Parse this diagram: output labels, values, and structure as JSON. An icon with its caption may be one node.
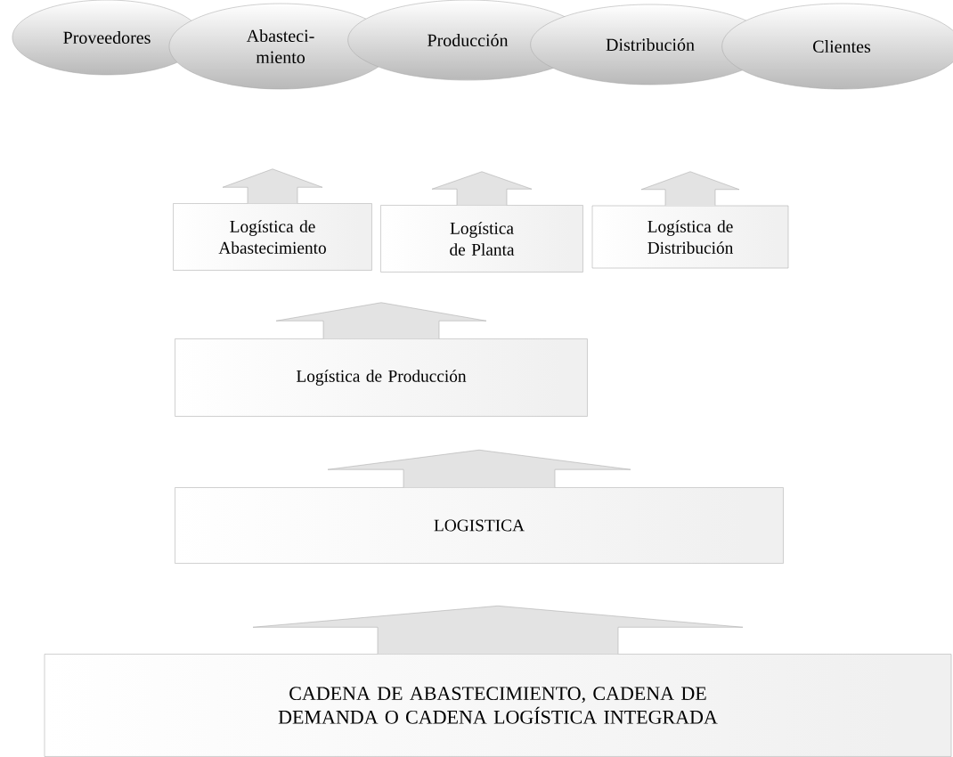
{
  "diagram": {
    "nodes": [
      {
        "text": [
          "Proveedores"
        ]
      },
      {
        "text": [
          "Abasteci- miento"
        ]
      },
      {
        "text": [
          "Producción"
        ]
      },
      {
        "text": [
          "Distribución"
        ]
      },
      {
        "text": [
          "Clientes"
        ]
      },
      {
        "text": [
          "Logística de Abastecimiento"
        ]
      },
      {
        "text": [
          "Logística de Planta"
        ]
      },
      {
        "text": [
          "Logística de Distribución"
        ]
      },
      {
        "text": [
          "Logística de Producción"
        ]
      },
      {
        "text": [
          "LOGISTICA"
        ]
      },
      {
        "text": [
          "CADENA DE ABASTECIMIENTO, CADENA DE DEMANDA O CADENA LOGÍSTICA INTEGRADA"
        ]
      }
    ],
    "edges": [
      {
        "from": 5,
        "to": null,
        "arrow": "to"
      },
      {
        "from": 6,
        "to": null,
        "arrow": "to"
      },
      {
        "from": 7,
        "to": null,
        "arrow": "to"
      },
      {
        "from": 8,
        "to": null,
        "arrow": "to"
      },
      {
        "from": 9,
        "to": 8,
        "arrow": "to"
      },
      {
        "from": 10,
        "to": 9,
        "arrow": "to"
      }
    ]
  }
}
